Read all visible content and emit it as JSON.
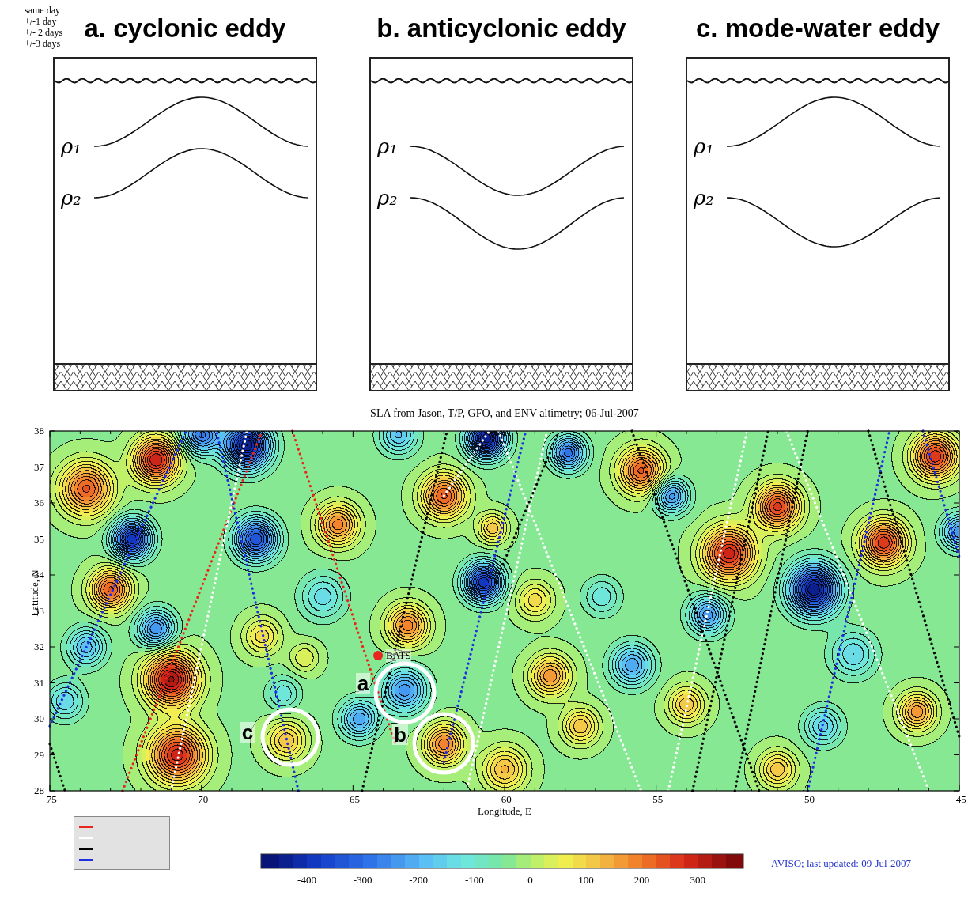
{
  "diagram": {
    "nodes": [
      {
        "text": [
          "a. cyclonic eddy",
          "ρ₁",
          "ρ₂"
        ]
      },
      {
        "text": [
          "b. anticyclonic eddy",
          "ρ₁",
          "ρ₂"
        ]
      },
      {
        "text": [
          "c. mode-water eddy",
          "ρ₁",
          "ρ₂"
        ]
      }
    ],
    "labels": [
      "SLA from Jason, T/P, GFO, and ENV altimetry; 06-Jul-2007",
      "38",
      "37",
      "36",
      "35",
      "34",
      "33",
      "32",
      "31",
      "30",
      "29",
      "28",
      "-75",
      "-70",
      "-65",
      "-60",
      "-55",
      "-50",
      "-45",
      "Longitude, E",
      "Latitude, N",
      "BATS",
      "a",
      "b",
      "c",
      "-400",
      "-300",
      "-200",
      "-100",
      "0",
      "100",
      "200",
      "300",
      "AVISO; last updated: 09-Jul-2007"
    ],
    "legend": [
      {
        "text": "same day",
        "color": "#e8261e"
      },
      {
        "text": "+/-1 day",
        "color": "#ffffff"
      },
      {
        "text": "+/- 2 days",
        "color": "#000000"
      },
      {
        "text": "+/-3 days",
        "color": "#2030e0"
      }
    ]
  }
}
